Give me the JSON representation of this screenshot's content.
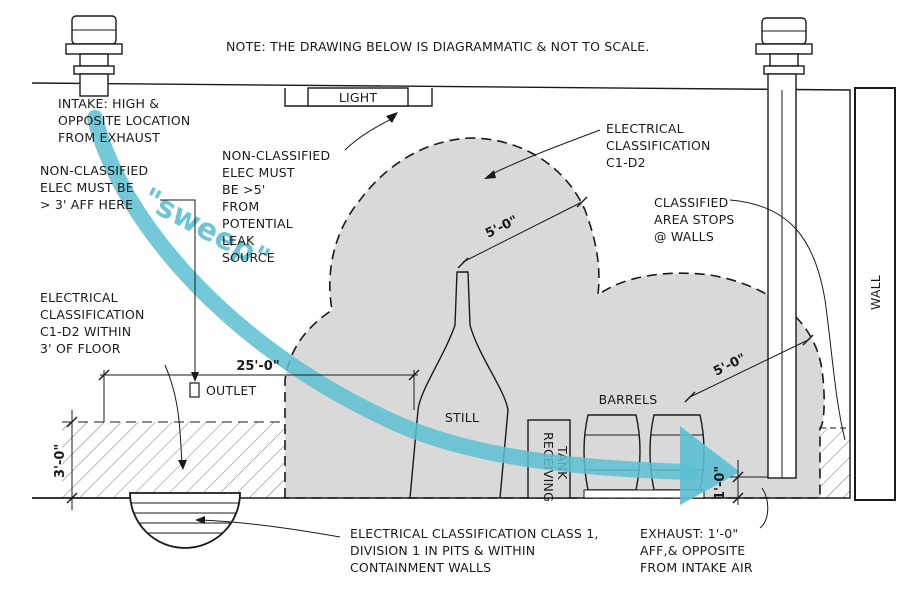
{
  "note": "NOTE: THE DRAWING BELOW IS DIAGRAMMATIC & NOT TO SCALE.",
  "labels": {
    "light": "LIGHT",
    "intake": [
      "INTAKE: HIGH &",
      "OPPOSITE LOCATION",
      "FROM EXHAUST"
    ],
    "nonclass_elec_3ft": [
      "NON-CLASSIFIED",
      "ELEC  MUST BE",
      "> 3' AFF HERE"
    ],
    "nonclass_elec_5ft": [
      "NON-CLASSIFIED",
      "ELEC MUST",
      "BE >5'",
      "FROM",
      "POTENTIAL",
      "LEAK",
      "SOURCE"
    ],
    "elec_class_top": [
      "ELECTRICAL",
      "CLASSIFICATION",
      "C1-D2"
    ],
    "classified_stops": [
      "CLASSIFIED",
      "AREA STOPS",
      "@ WALLS"
    ],
    "elec_class_floor": [
      "ELECTRICAL",
      "CLASSIFICATION",
      "C1-D2 WITHIN",
      "3' OF FLOOR"
    ],
    "outlet": "OUTLET",
    "still": "STILL",
    "barrels": "BARRELS",
    "receiving_tank": [
      "RECEIVING",
      "TANK"
    ],
    "wall": "WALL",
    "pit_note": [
      "ELECTRICAL CLASSIFICATION CLASS 1,",
      "DIVISION 1 IN PITS & WITHIN",
      "CONTAINMENT WALLS"
    ],
    "exhaust": [
      "EXHAUST: 1'-0\"",
      "AFF,& OPPOSITE",
      "FROM INTAKE AIR"
    ],
    "sweep": "\"sweep\""
  },
  "dimensions": {
    "d25": "25'-0\"",
    "d5a": "5'-0\"",
    "d5b": "5'-0\"",
    "d3": "3'-0\"",
    "d1": "1'-0\""
  },
  "colors": {
    "classified_fill": "#d9d9d9",
    "sweep_arrow": "#5bbfd1",
    "line": "#1a1a1a"
  }
}
